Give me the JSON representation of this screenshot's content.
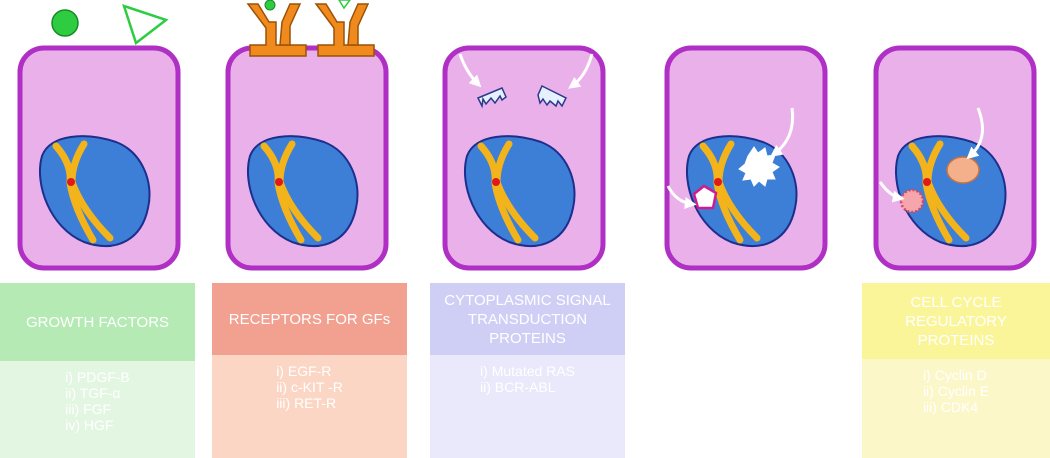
{
  "colors": {
    "cell_fill": "#e9b0ea",
    "cell_border": "#b02fc4",
    "nucleus_fill": "#3d7ed6",
    "nucleus_border": "#1c2f8c",
    "chromosome": "#f2b41a",
    "centromere": "#e0191b",
    "receptor": "#f08a1d",
    "ligand_green": "#2ecc40",
    "arrow": "#ffffff",
    "panel_green_head": "#b5eab5",
    "panel_green_body": "#e3f6e2",
    "panel_red_head": "#f2a090",
    "panel_red_body": "#fbd6c4",
    "panel_blue_head": "#cfcff6",
    "panel_blue_body": "#e9e9fb",
    "panel_yellow_head": "#fbf59a",
    "panel_yellow_body": "#fcf7c8"
  },
  "panels": [
    {
      "title": "GROWTH FACTORS",
      "items": [
        "i) PDGF-B",
        "ii) TGF-α",
        "iii) FGF",
        "iv) HGF"
      ]
    },
    {
      "title": "RECEPTORS FOR GFs",
      "items": [
        "i) EGF-R",
        "ii) c-KIT -R",
        "iii) RET-R"
      ]
    },
    {
      "title": "CYTOPLASMIC SIGNAL\nTRANSDUCTION\nPROTEINS",
      "items": [
        "i) Mutated RAS",
        "ii) BCR-ABL"
      ]
    },
    {
      "title": "CELL CYCLE\nREGULATORY\nPROTEINS",
      "items": [
        "i) Cyclin D",
        "ii) Cyclin E",
        "iii) CDK4"
      ]
    }
  ],
  "icons": [
    "cell-icon",
    "nucleus-icon",
    "chromosome-icon",
    "growth-factor-circle-icon",
    "growth-factor-triangle-icon",
    "receptor-icon",
    "signal-protein-icon",
    "transcription-factor-icon",
    "cyclin-icon",
    "arrow-icon"
  ]
}
